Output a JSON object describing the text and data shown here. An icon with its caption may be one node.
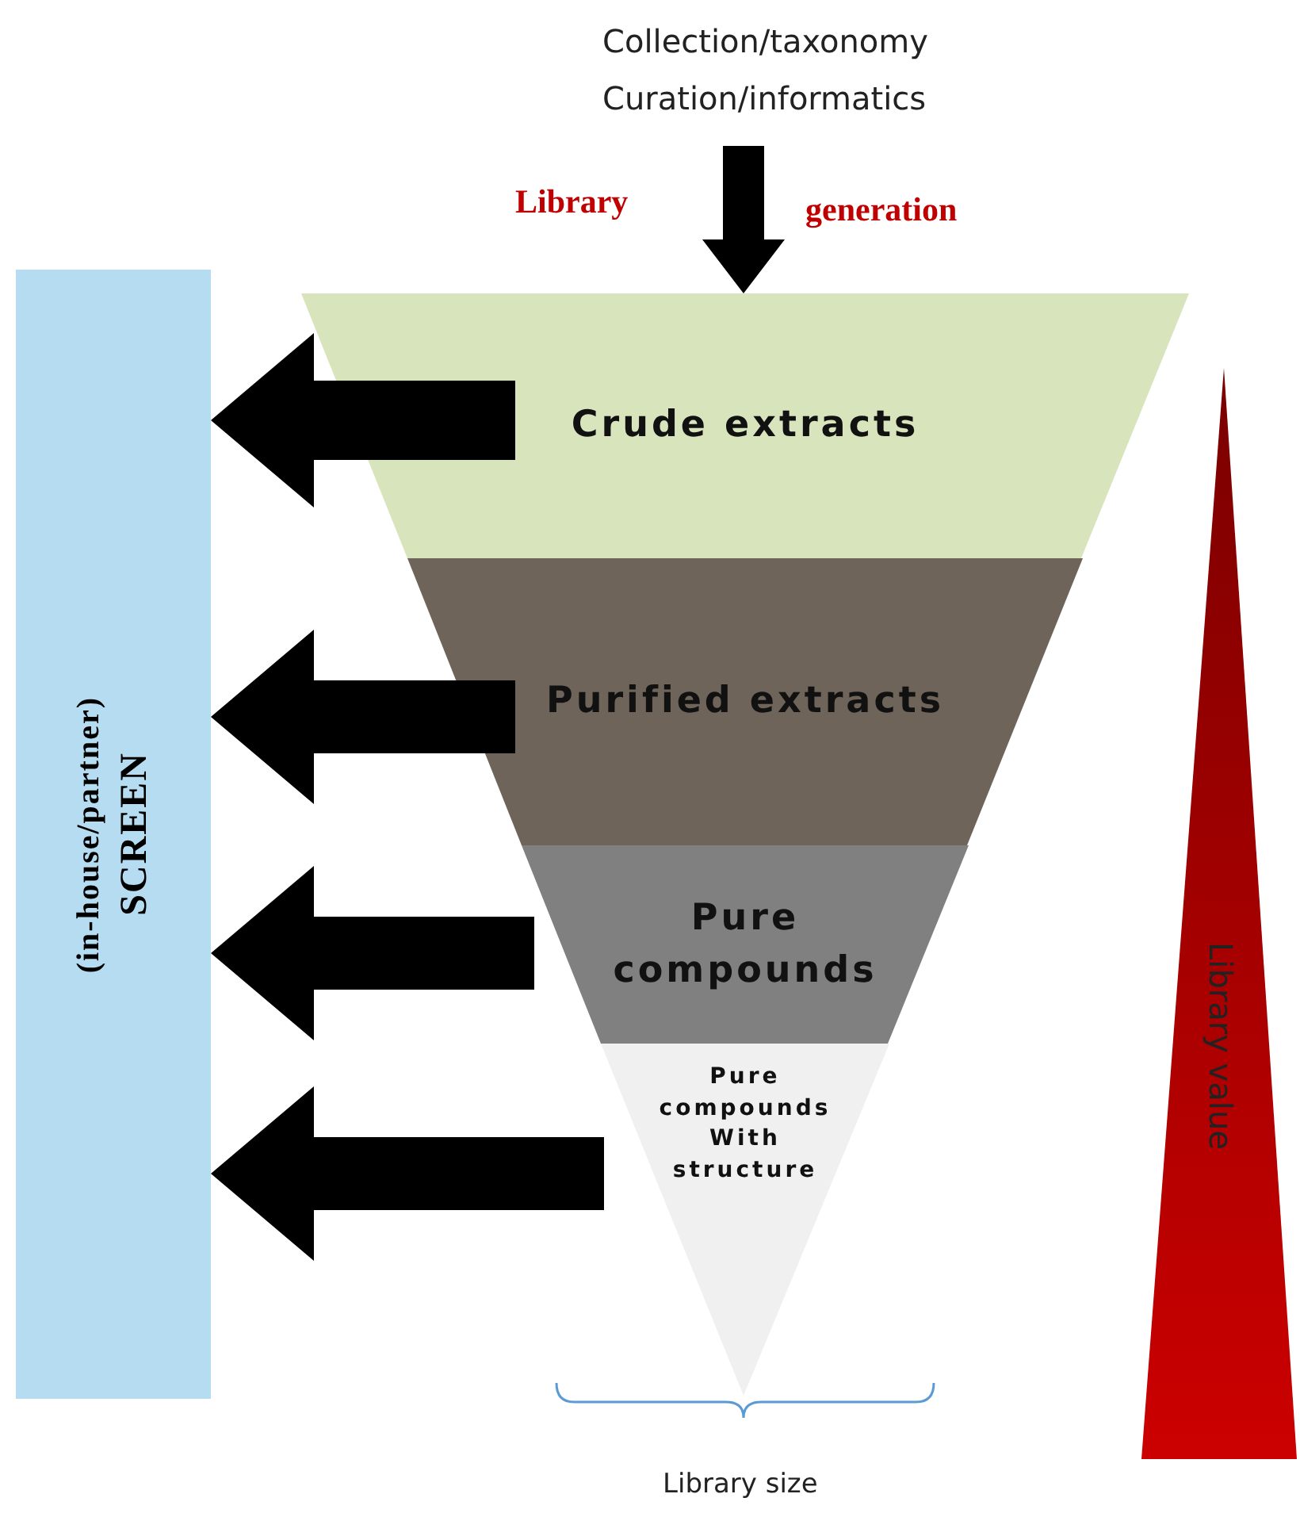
{
  "diagram": {
    "nodes": [
      {
        "text": [
          "Collection/taxonomy Curation/informatics"
        ]
      },
      {
        "text": [
          "Crude extracts"
        ]
      },
      {
        "text": [
          "Purified extracts"
        ]
      },
      {
        "text": [
          "Pure compounds"
        ]
      },
      {
        "text": [
          "Pure compounds With structure"
        ]
      },
      {
        "text": [
          "SCREEN",
          "(in-house/partner)"
        ]
      },
      {
        "text": [
          "Library value"
        ]
      }
    ],
    "edges": [
      {
        "from": 0,
        "to": 1,
        "arrow": "to"
      },
      {
        "from": 1,
        "to": 5,
        "arrow": "to"
      },
      {
        "from": 2,
        "to": 5,
        "arrow": "to"
      },
      {
        "from": 3,
        "to": 5,
        "arrow": "to"
      },
      {
        "from": 4,
        "to": 5,
        "arrow": "to"
      }
    ],
    "labels": [
      "Library",
      "generation",
      "Library size"
    ]
  }
}
